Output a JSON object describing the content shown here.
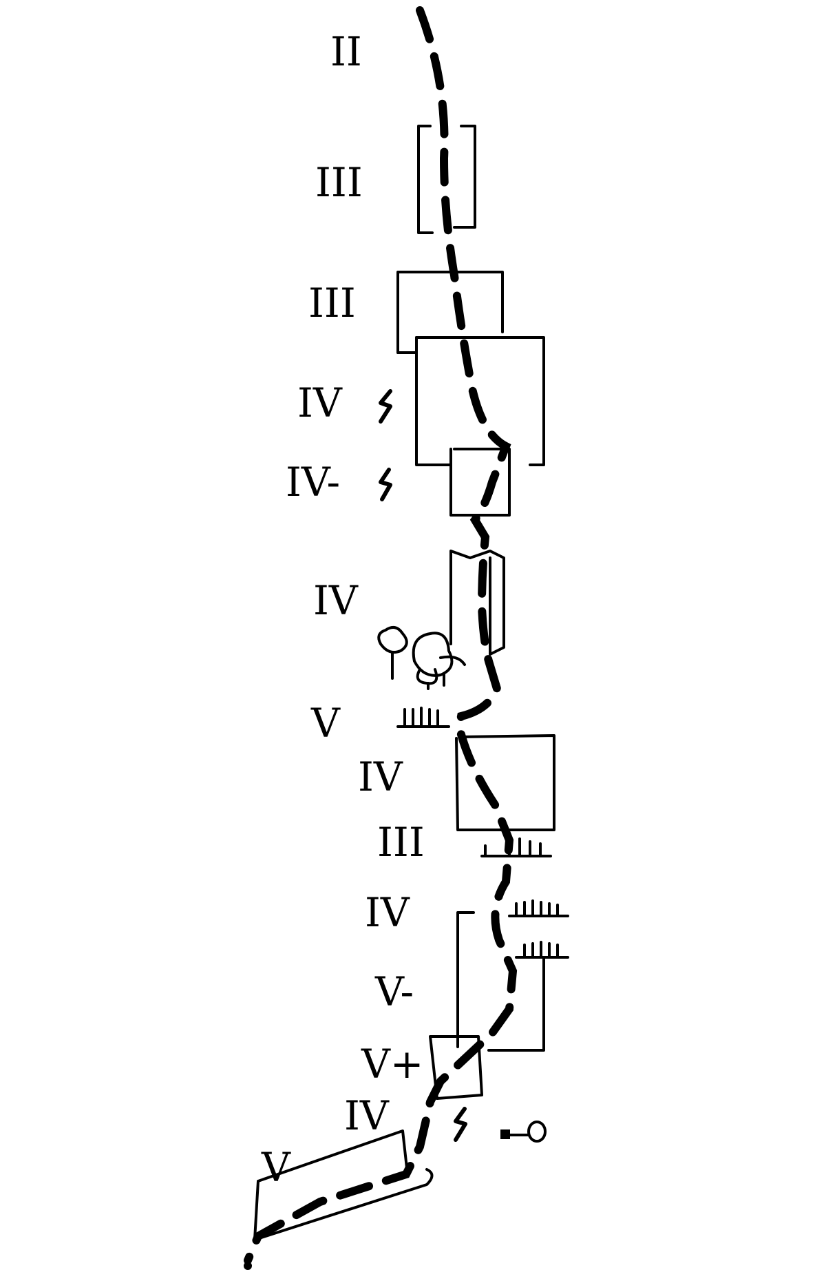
{
  "topo": {
    "pitch_grades": [
      "II",
      "III",
      "III",
      "IV",
      "IV-",
      "IV",
      "V",
      "IV",
      "III",
      "IV",
      "V-",
      "V+",
      "IV",
      "V"
    ]
  }
}
